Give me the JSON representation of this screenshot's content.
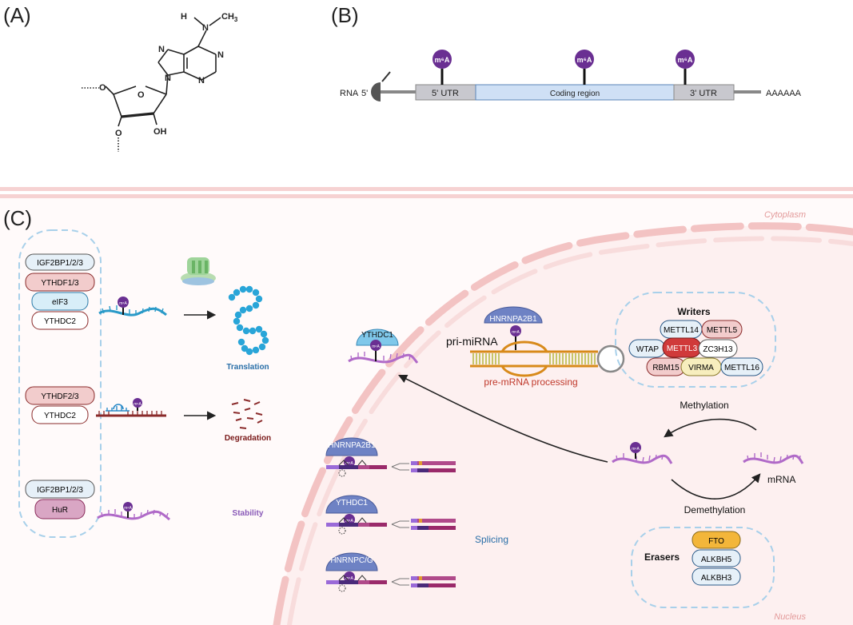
{
  "panels": {
    "a": "(A)",
    "b": "(B)",
    "c": "(C)"
  },
  "molecule": {
    "h": "H",
    "n_top": "N",
    "ch3": "CH",
    "ch3_sub": "3",
    "n7": "N",
    "n1": "N",
    "n3": "N",
    "n9": "N",
    "o_ring": "O",
    "o5": "O",
    "o3": "O",
    "oh": "OH"
  },
  "mrna_structure": {
    "rna": "RNA",
    "five_prime": "5'",
    "utr5": "5' UTR",
    "coding": "Coding region",
    "utr3": "3' UTR",
    "polya": "AAAAAA",
    "mark": "m⁶A"
  },
  "compartments": {
    "cytoplasm": "Cytoplasm",
    "nucleus": "Nucleus"
  },
  "readers": {
    "translation_group": [
      "IGF2BP1/2/3",
      "YTHDF1/3",
      "eIF3",
      "YTHDC2"
    ],
    "degradation_group": [
      "YTHDF2/3",
      "YTHDC2"
    ],
    "stability_group": [
      "IGF2BP1/2/3",
      "HuR"
    ]
  },
  "outcomes": {
    "translation": "Translation",
    "degradation": "Degradation",
    "stability": "Stability"
  },
  "nuclear": {
    "ythdc1": "YTHDC1",
    "hnrnpa2b1": "HNRNPA2B1",
    "pri_mirna": "pri-miRNA",
    "processing": "pre-mRNA processing",
    "splicing_readers": [
      "HNRNPA2B1",
      "YTHDC1",
      "HNRNPC/G"
    ],
    "splicing": "Splicing",
    "mrna": "mRNA",
    "methylation": "Methylation",
    "demethylation": "Demethylation"
  },
  "writers": {
    "title": "Writers",
    "items": [
      "METTL14",
      "METTL5",
      "WTAP",
      "METTL3",
      "ZC3H13",
      "RBM15",
      "VIRMA",
      "METTL16"
    ]
  },
  "erasers": {
    "title": "Erasers",
    "items": [
      "FTO",
      "ALKBH5",
      "ALKBH3"
    ]
  },
  "colors": {
    "purple": "#7b3fa0",
    "blue_text": "#2a6fa8",
    "red_text": "#c0392b",
    "dark_red": "#7a1a1a",
    "membrane": "#f6d2d2"
  }
}
